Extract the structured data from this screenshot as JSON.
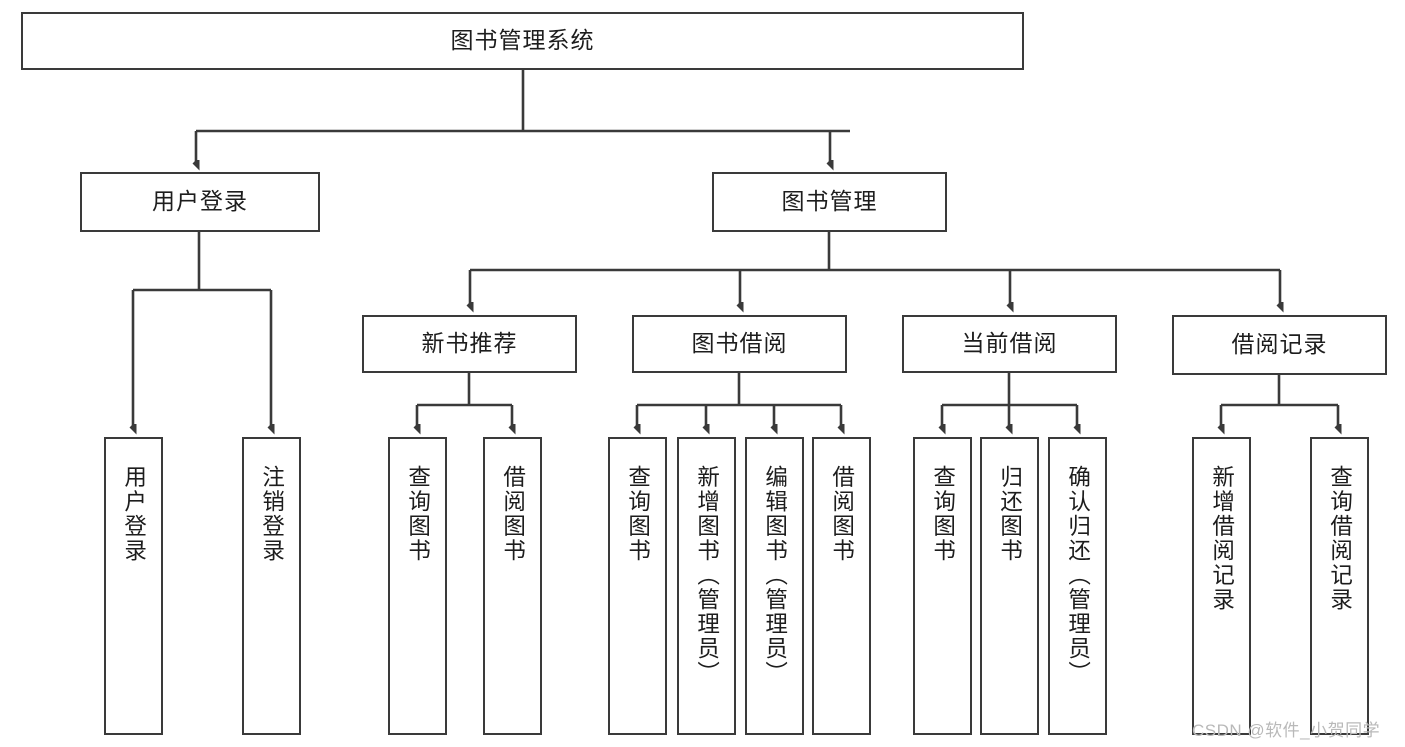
{
  "diagram": {
    "title": "图书管理系统",
    "type": "hierarchy-tree",
    "watermark": "CSDN @软件_小贺同学",
    "colors": {
      "border": "#3a3a3a",
      "text": "#1d1d1d",
      "background": "#ffffff",
      "watermark": "#b9b9b9"
    },
    "root": {
      "label": "图书管理系统"
    },
    "level2": [
      {
        "id": "user-login",
        "label": "用户登录"
      },
      {
        "id": "book-manage",
        "label": "图书管理"
      }
    ],
    "level3": [
      {
        "id": "new-book-recommend",
        "label": "新书推荐"
      },
      {
        "id": "book-borrow",
        "label": "图书借阅"
      },
      {
        "id": "current-borrow",
        "label": "当前借阅"
      },
      {
        "id": "borrow-record",
        "label": "借阅记录"
      }
    ],
    "leaves": {
      "user-login": [
        {
          "id": "leaf-user-login",
          "label": "用户登录"
        },
        {
          "id": "leaf-logout-login",
          "label": "注销登录"
        }
      ],
      "new-book-recommend": [
        {
          "id": "leaf-query-book-1",
          "label": "查询图书"
        },
        {
          "id": "leaf-borrow-book-1",
          "label": "借阅图书"
        }
      ],
      "book-borrow": [
        {
          "id": "leaf-query-book-2",
          "label": "查询图书"
        },
        {
          "id": "leaf-add-book",
          "label": "新增图书（管理员）"
        },
        {
          "id": "leaf-edit-book",
          "label": "编辑图书（管理员）"
        },
        {
          "id": "leaf-borrow-book-2",
          "label": "借阅图书"
        }
      ],
      "current-borrow": [
        {
          "id": "leaf-query-book-3",
          "label": "查询图书"
        },
        {
          "id": "leaf-return-book",
          "label": "归还图书"
        },
        {
          "id": "leaf-confirm-return",
          "label": "确认归还（管理员）"
        }
      ],
      "borrow-record": [
        {
          "id": "leaf-add-record",
          "label": "新增借阅记录"
        },
        {
          "id": "leaf-query-record",
          "label": "查询借阅记录"
        }
      ]
    }
  }
}
